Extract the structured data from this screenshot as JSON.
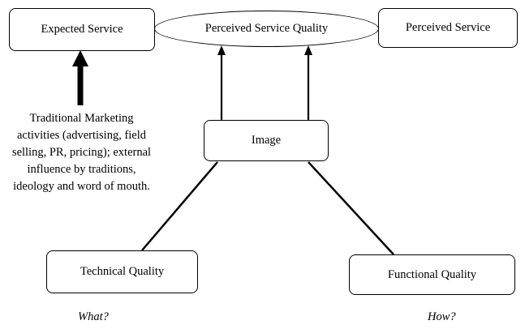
{
  "nodes": {
    "expected_service": "Expected Service",
    "perceived_service_quality": "Perceived Service Quality",
    "perceived_service": "Perceived Service",
    "image": "Image",
    "technical_quality": "Technical Quality",
    "functional_quality": "Functional Quality"
  },
  "note_lines": [
    "Traditional Marketing",
    "activities (advertising, field",
    "selling, PR, pricing); external",
    "influence by traditions,",
    "ideology and word of mouth."
  ],
  "questions": {
    "what": "What?",
    "how": "How?"
  }
}
